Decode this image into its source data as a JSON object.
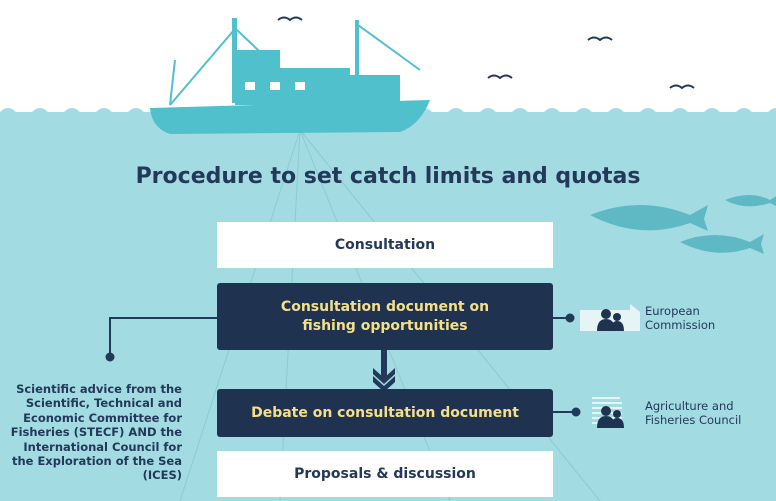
{
  "title": "Procedure to set catch limits and quotas",
  "steps": [
    {
      "label": "Consultation"
    },
    {
      "label": "Consultation document on fishing opportunities"
    },
    {
      "label": "Debate on consultation document"
    },
    {
      "label": "Proposals & discussion"
    }
  ],
  "actors": {
    "commission": "European Commission",
    "council": "Agriculture and Fisheries Council"
  },
  "advice": {
    "text1": "Scientific advice from the Scientific, Technical and Economic Committee for Fisheries (STECF)",
    "and": "AND",
    "text2": "the International Council for the Exploration of the Sea (ICES)"
  },
  "colors": {
    "sea": "#a2dbe2",
    "boat": "#4fc0cc",
    "navy": "#1f3350",
    "highlight": "#f4e08a"
  }
}
